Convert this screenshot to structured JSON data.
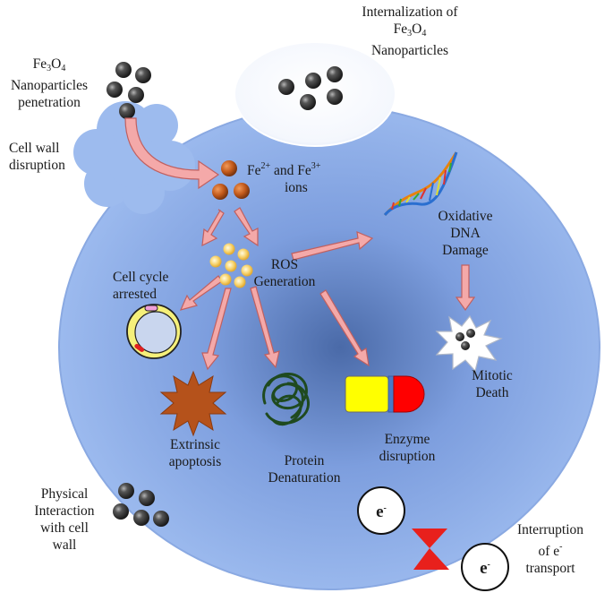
{
  "labels": {
    "internalization_line1": "Internalization of",
    "internalization_fe": "Fe",
    "internalization_sub3": "3",
    "internalization_o": "O",
    "internalization_sub4": "4",
    "internalization_line3": "Nanoparticles",
    "penetration_fe": "Fe",
    "penetration_sub3": "3",
    "penetration_o": "O",
    "penetration_sub4": "4",
    "penetration_line2": "Nanoparticles",
    "penetration_line3": "penetration",
    "cell_wall_line1": "Cell wall",
    "cell_wall_line2": "disruption",
    "ions_fe2": "Fe",
    "ions_sup2": "2+",
    "ions_and_fe": " and Fe",
    "ions_sup3": "3+",
    "ions_line2": "ions",
    "ros_line1": "ROS",
    "ros_line2": "Generation",
    "oxidative_line1": "Oxidative",
    "oxidative_line2": "DNA",
    "oxidative_line3": "Damage",
    "cell_cycle_line1": "Cell cycle",
    "cell_cycle_line2": "arrested",
    "mitotic_line1": "Mitotic",
    "mitotic_line2": "Death",
    "extrinsic_line1": "Extrinsic",
    "extrinsic_line2": "apoptosis",
    "protein_line1": "Protein",
    "protein_line2": "Denaturation",
    "enzyme_line1": "Enzyme",
    "enzyme_line2": "disruption",
    "physical_line1": "Physical",
    "physical_line2": "Interaction",
    "physical_line3": "with cell",
    "physical_line4": "wall",
    "electron_label": "e",
    "electron_sup": "-",
    "interruption_line1": "Interruption",
    "interruption_of": "of e",
    "interruption_sup": "-",
    "interruption_line3": "transport"
  },
  "colors": {
    "cell_fill": "#8fb0e8",
    "cell_edge": "#6e93d4",
    "arrow_fill": "#f4a9a9",
    "arrow_edge": "#c06060",
    "iron_ion": "#c0581a",
    "ros_ball": "#f5c842",
    "starburst": "#b5521b",
    "protein": "#1f4a1f",
    "capsule_yellow": "#ffff00",
    "capsule_red": "#ff0000",
    "bowtie_red": "#e8201c",
    "nanoparticle": "#4a4a4a"
  }
}
